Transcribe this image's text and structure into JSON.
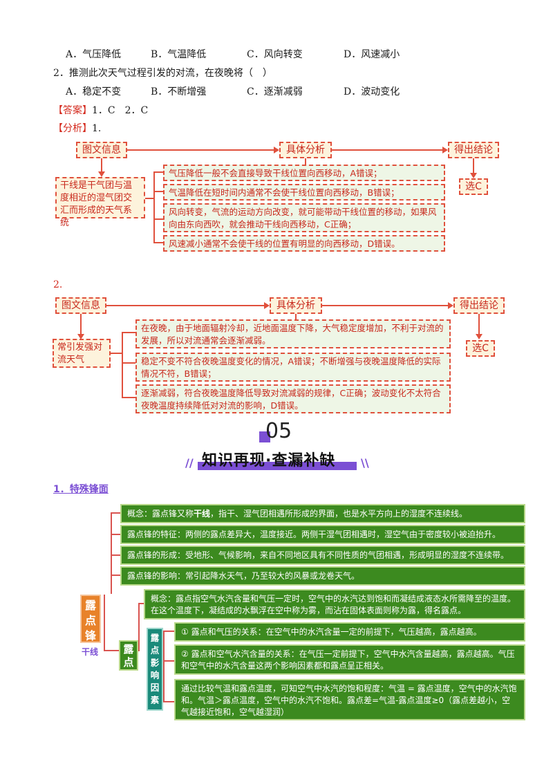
{
  "q1_options": [
    "A．气压降低",
    "B．气温降低",
    "C．风向转变",
    "D．风速减小"
  ],
  "q2": {
    "stem": "2．推测此次天气过程引发的对流，在夜晚将（　）",
    "options": [
      "A．稳定不变",
      "B．不断增强",
      "C．逐渐减弱",
      "D．波动变化"
    ]
  },
  "answer": {
    "label": "【答案】",
    "text": "1．C　2．C"
  },
  "analysis": {
    "label": "【分析】",
    "text": "1."
  },
  "flow1": {
    "h1": "图文信息",
    "h2": "具体分析",
    "h3": "得出结论",
    "info": "干线是干气团与温度相近的湿气团交汇而形成的天气系统",
    "items": [
      "气压降低一般不会直接导致干线位置向西移动，A错误；",
      "气温降低在短时间内通常不会使干线位置向西移动，B错误；",
      "风向转变，气流的运动方向改变，就可能带动干线位置的移动，如果风向由东向西吹，就会推动干线向西移动，C正确；",
      "风速减小通常不会使干线的位置有明显的向西移动，D错误。"
    ],
    "result": "选C"
  },
  "flow2": {
    "label": "2.",
    "h1": "图文信息",
    "h2": "具体分析",
    "h3": "得出结论",
    "info": "常引发强对流天气",
    "items": [
      "在夜晚，由于地面辐射冷却，近地面温度下降，大气稳定度增加，不利于对流的发展，所以对流通常会逐渐减弱。",
      "稳定不变不符合夜晚温度变化的情况，A错误；不断增强与夜晚温度降低的实际情况不符，B错误；",
      "逐渐减弱，符合夜晚温度降低导致对流减弱的规律，C正确；波动变化不太符合夜晚温度持续降低对对流的影响，D错误。"
    ],
    "result": "选C"
  },
  "section": {
    "number": "05",
    "title": "知识再现·查漏补缺",
    "subhead": "1．特殊锋面"
  },
  "mindmap": {
    "root": "露点锋",
    "root_sub": "干线",
    "concept": "概念：露点锋又称干线，指干、湿气团相遇所形成的界面，也是水平方向上的湿度不连续线。",
    "concept_bold": "干线",
    "feature": "露点锋的特征：两侧的露点差异大，温度接近。两侧干湿气团相遇时，湿空气由于密度较小被迫抬升。",
    "formation": "露点锋的形成：受地形、气候影响，来自不同地区具有不同性质的气团相遇，形成明显的湿度不连续带。",
    "influence": "露点锋的影响：常引起降水天气，乃至较大的风暴或龙卷天气。",
    "dew": "露点",
    "dew_concept": "概念：露点指空气水汽含量和气压一定时，空气中的水汽达到饱和而凝结成液态水所需降至的温度。在这个温度下，凝结成的水飘浮在空中称为雾，而沾在固体表面则称为露，得名露点。",
    "factors": "露点影响因素",
    "f1": "① 露点和气压的关系：在空气中的水汽含量一定的前提下，气压越高，露点越高。",
    "f2": "② 露点和空气水汽含量的关系：在气压一定前提下，空气中水汽含量越高，露点越高。气压和空气中的水汽含量这两个影响因素都和露点呈正相关。",
    "f3": "通过比较气温和露点温度，可知空气中水汽的饱和程度：气温 = 露点温度，空气中的水汽饱和。气温＞露点温度，空气中的水汽不饱和。露点差=气温-露点温度≥0（露点差越小，空气越接近饱和，空气越湿润）"
  },
  "colors": {
    "red": "#d42a1e",
    "green": "#3c8a1f",
    "orange": "#e8822a",
    "teal": "#1a8a7a",
    "purple": "#7b4fd4"
  }
}
